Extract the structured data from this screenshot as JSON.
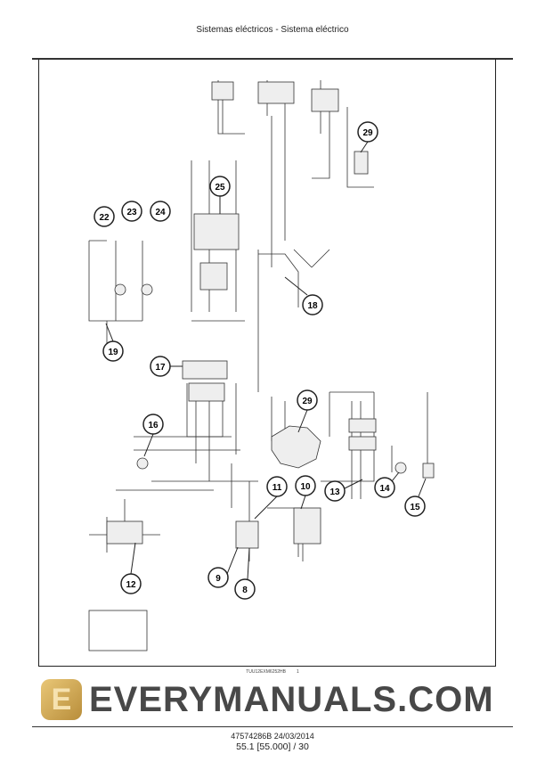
{
  "header": {
    "title": "Sistemas eléctricos - Sistema eléctrico"
  },
  "figure": {
    "caption_code": "TUU12EXM6252HB",
    "caption_number": "1",
    "callouts": [
      "22",
      "23",
      "24",
      "25",
      "29",
      "18",
      "19",
      "17",
      "29",
      "16",
      "11",
      "10",
      "13",
      "14",
      "15",
      "12",
      "9",
      "8"
    ]
  },
  "watermark": {
    "text": "EVERYMANUALS.COM",
    "logo_letter": "E",
    "logo_color": "#d4a853"
  },
  "footer": {
    "doc_ref": "47574286B 24/03/2014",
    "page_ref": "55.1 [55.000] / 30"
  }
}
